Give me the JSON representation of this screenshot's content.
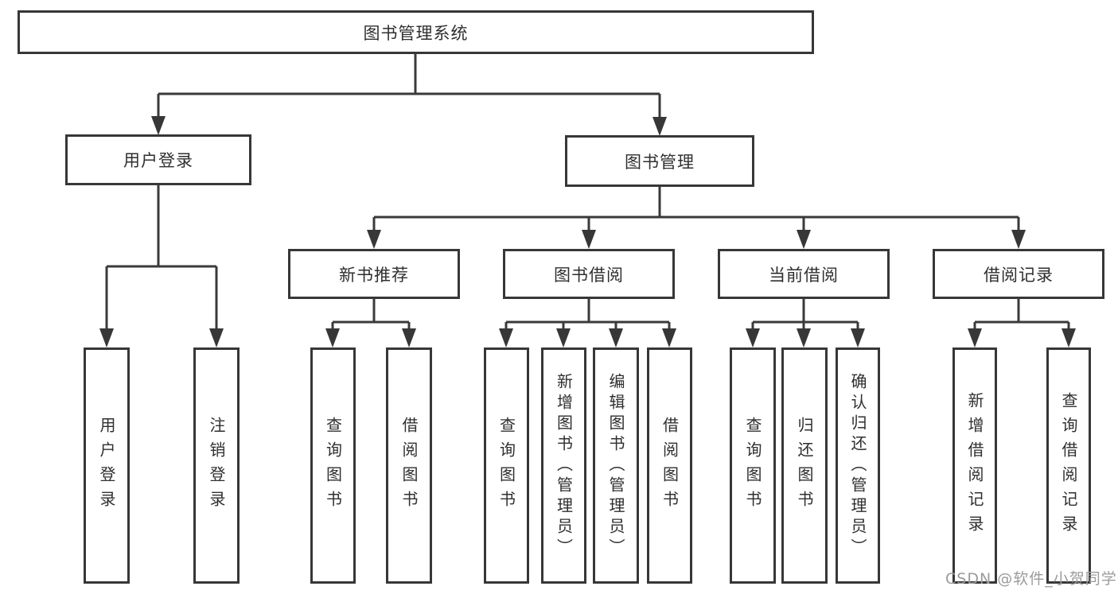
{
  "tree": {
    "label": "图书管理系统",
    "children": [
      {
        "label": "用户登录",
        "children": [
          {
            "label": "用户登录"
          },
          {
            "label": "注销登录"
          }
        ]
      },
      {
        "label": "图书管理",
        "children": [
          {
            "label": "新书推荐",
            "children": [
              {
                "label": "查询图书"
              },
              {
                "label": "借阅图书"
              }
            ]
          },
          {
            "label": "图书借阅",
            "children": [
              {
                "label": "查询图书"
              },
              {
                "label": "新增图书（管理员）"
              },
              {
                "label": "编辑图书（管理员）"
              },
              {
                "label": "借阅图书"
              }
            ]
          },
          {
            "label": "当前借阅",
            "children": [
              {
                "label": "查询图书"
              },
              {
                "label": "归还图书"
              },
              {
                "label": "确认归还（管理员）"
              }
            ]
          },
          {
            "label": "借阅记录",
            "children": [
              {
                "label": "新增借阅记录"
              },
              {
                "label": "查询借阅记录"
              }
            ]
          }
        ]
      }
    ]
  },
  "watermark": "CSDN @软件_小贺同学",
  "colors": {
    "line": "#3a3a3a",
    "border": "#373737",
    "text": "#2f2f2f",
    "watermark": "#9b9b9b"
  }
}
